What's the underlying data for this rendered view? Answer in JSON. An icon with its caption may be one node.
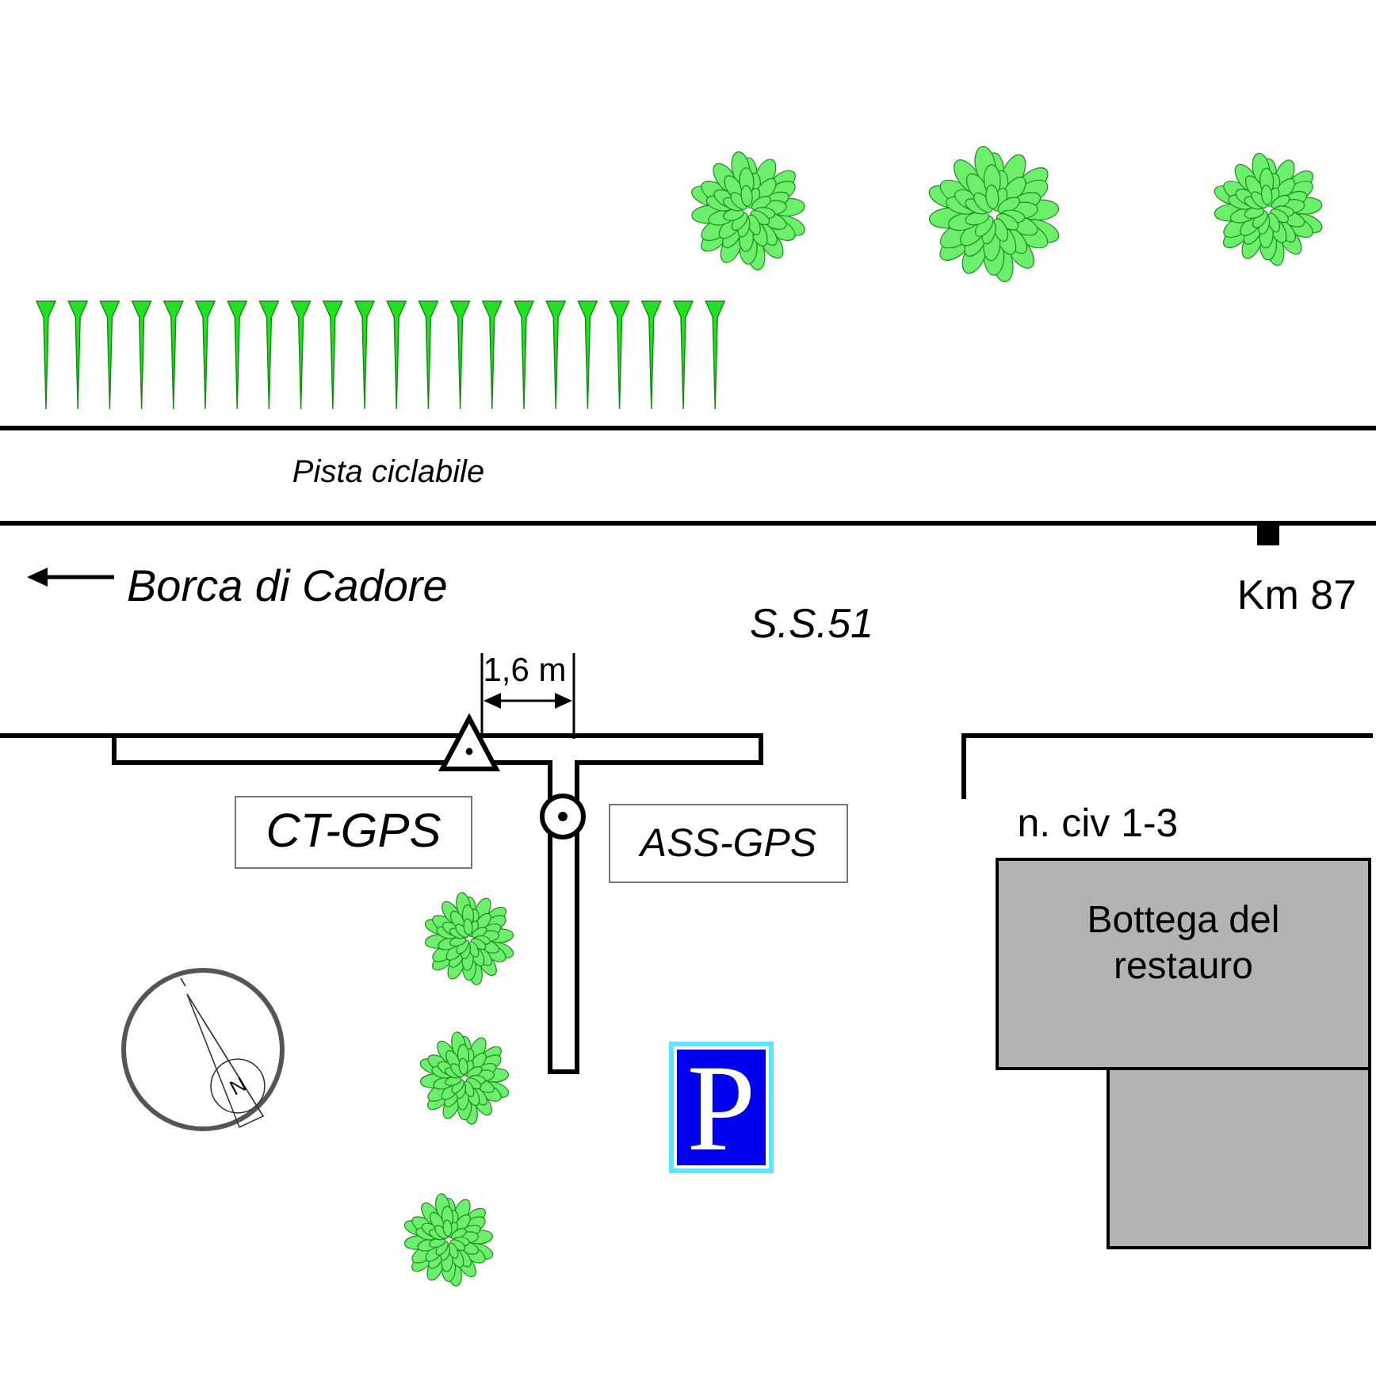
{
  "diagram": {
    "nodes": [
      {
        "text": [
          "CT-GPS"
        ]
      },
      {
        "text": [
          "ASS-GPS"
        ]
      },
      {
        "text": [
          "Bottega del restauro"
        ],
        "beside": [
          "n. civ 1-3"
        ]
      },
      {
        "text": [],
        "shape": "box"
      }
    ],
    "labels": [
      "Pista ciclabile",
      "Km 87",
      "Borca di Cadore",
      "S.S.51",
      "1,6 m",
      "N",
      "P"
    ]
  }
}
